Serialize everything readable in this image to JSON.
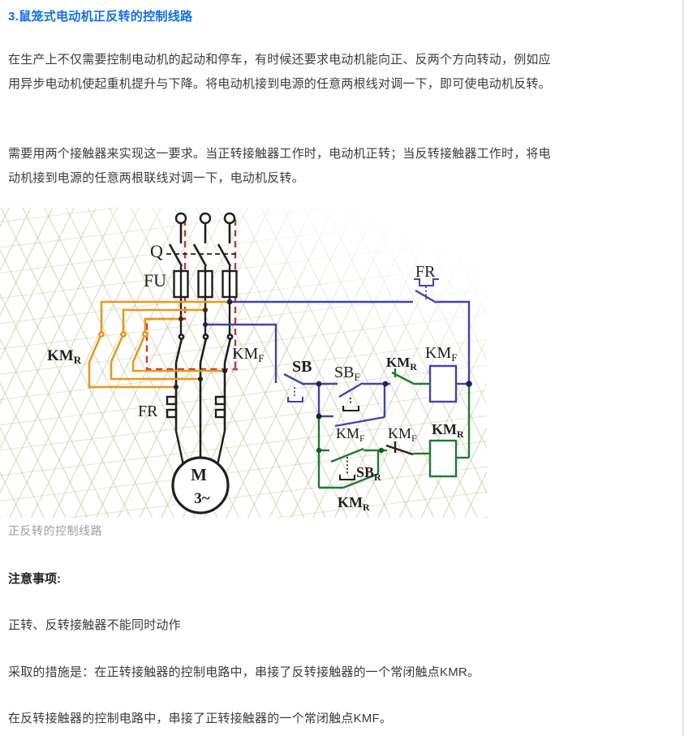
{
  "article": {
    "heading": "3.鼠笼式电动机正反转的控制线路",
    "p1": "在生产上不仅需要控制电动机的起动和停车，有时候还要求电动机能向正、反两个方向转动，例如应用异步电动机使起重机提升与下降。将电动机接到电源的任意两根线对调一下，即可使电动机反转。",
    "p2": "需要用两个接触器来实现这一要求。当正转接触器工作时，电动机正转；当反转接触器工作时，将电动机接到电源的任意两根联线对调一下，电动机反转。",
    "caption": "正反转的控制线路",
    "notes_heading": "注意事项:",
    "note1": "正转、反转接触器不能同时动作",
    "note2": "采取的措施是：在正转接触器的控制电路中，串接了反转接触器的一个常闭触点KMR。",
    "note3": "在反转接触器的控制电路中，串接了正转接触器的一个常闭触点KMF。"
  },
  "diagram": {
    "colors": {
      "heading_blue": "#1170E8",
      "wire_black": "#1f1f1f",
      "wire_orange": "#E6991C",
      "wire_blue": "#4442A8",
      "wire_green": "#1E7B2F",
      "interlock_red": "#CB372B",
      "label_red": "#C3231B",
      "label_gray": "#8F8F8F"
    },
    "labels": {
      "q": "Q",
      "fu": "FU",
      "km_r_main": {
        "base": "KM",
        "sub": "R"
      },
      "km_f_main": {
        "base": "KM",
        "sub": "F"
      },
      "fr_main": "FR",
      "motor_m": "M",
      "motor_ph": "3~",
      "fr_ctrl": "FR",
      "sb": "SB",
      "sb_f": {
        "base": "SB",
        "sub": "F"
      },
      "km_r_nc": {
        "base": "KM",
        "sub": "R"
      },
      "km_f_coil": {
        "base": "KM",
        "sub": "F"
      },
      "km_f_lock": {
        "base": "KM",
        "sub": "F"
      },
      "km_f_nc": {
        "base": "KM",
        "sub": "F"
      },
      "sb_r": {
        "base": "SB",
        "sub": "R"
      },
      "km_r_coil": {
        "base": "KM",
        "sub": "R"
      },
      "km_r_lock": {
        "base": "KM",
        "sub": "R"
      }
    }
  }
}
